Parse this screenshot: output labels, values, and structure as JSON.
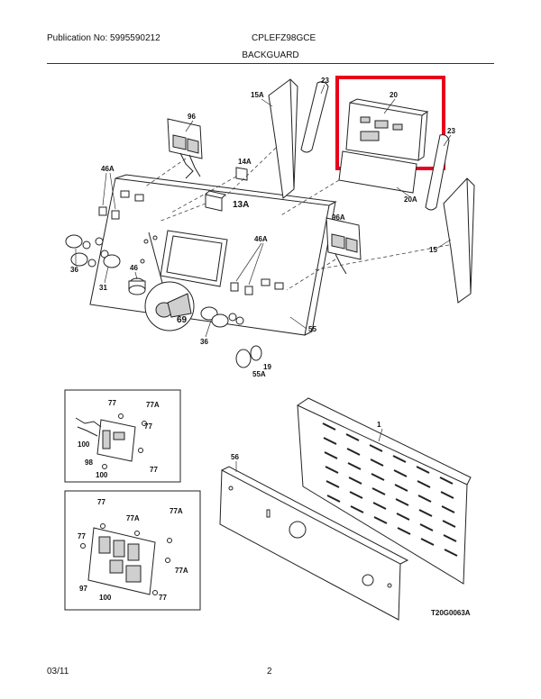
{
  "header": {
    "publication": "Publication No: 5995590212",
    "model": "CPLEFZ98GCE",
    "section": "BACKGUARD"
  },
  "footer": {
    "date": "03/11",
    "page": "2"
  },
  "diagram_code": "T20G0063A",
  "highlight_color": "#e8001c",
  "callouts": [
    "20",
    "23",
    "23",
    "15A",
    "96",
    "14A",
    "13A",
    "46A",
    "36",
    "46",
    "31",
    "69",
    "20A",
    "96A",
    "46A",
    "15",
    "36",
    "19",
    "55A",
    "55",
    "1",
    "56",
    "77",
    "77A",
    "77",
    "100",
    "98",
    "100",
    "77",
    "77",
    "77A",
    "77A",
    "77",
    "77A",
    "97",
    "100",
    "77"
  ]
}
